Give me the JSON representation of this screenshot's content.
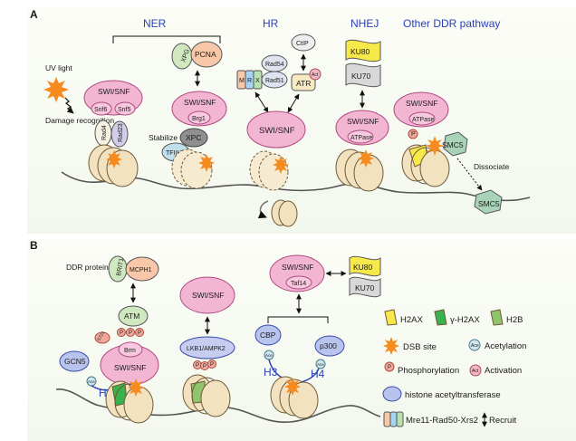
{
  "panel_a": {
    "label": "A",
    "headers": {
      "ner": "NER",
      "hr": "HR",
      "nhej": "NHEJ",
      "other": "Other DDR pathway"
    },
    "uv_light": "UV light",
    "damage_recognition": "Damage recognition",
    "swisnf": "SWI/SNF",
    "snf6": "Snf6",
    "snf5": "Snf5",
    "rad4": "Rad4",
    "rad23": "Rad23",
    "xpg": "XPG",
    "pcna": "PCNA",
    "brg1": "Brg1",
    "stabilize": "Stabilize",
    "xpc": "XPC",
    "tfiih": "TFIIH",
    "mrx_m": "M",
    "mrx_r": "R",
    "mrx_x": "X",
    "rad54": "Rad54",
    "rad51": "Rad51",
    "ctip": "CtIP",
    "atr": "ATR",
    "act": "Act",
    "ku80": "KU80",
    "ku70": "KU70",
    "atpase": "ATPase",
    "p": "P",
    "smc5": "SMC5",
    "dissociate": "Dissociate"
  },
  "panel_b": {
    "label": "B",
    "ddr_protein": "DDR protein",
    "brit1": "BRIT1",
    "mcph1": "MCPH1",
    "atm": "ATM",
    "brm": "Brm",
    "s721": "S721",
    "gcn5": "GCN5",
    "ace": "Ace",
    "h3": "H3",
    "h4": "H4",
    "swisnf": "SWI/SNF",
    "lkb1": "LKB1/AMPK2",
    "taf14": "Taf14",
    "ku80": "KU80",
    "ku70": "KU70",
    "cbp": "CBP",
    "p300": "p300",
    "p": "P"
  },
  "legend": {
    "h2ax": "H2AX",
    "gh2ax": "γ-H2AX",
    "h2b": "H2B",
    "dsb": "DSB site",
    "ace_icon": "Ace",
    "acetylation": "Acetylation",
    "p_icon": "P",
    "phosphorylation": "Phosphorylation",
    "act_icon": "Act",
    "activation": "Activation",
    "hat": "histone acetyltransferase",
    "mrx_text": "Mre11-Rad50-Xrs2",
    "recruit": "Recruit"
  },
  "colors": {
    "pink": "#f2b6d3",
    "pink_stroke": "#b04a80",
    "nucleosome": "#f3e2c0",
    "nuc_stroke": "#6e5a38",
    "green": "#cfe8bf",
    "orange": "#f7c7a8",
    "blue": "#2a3fb8",
    "yellow": "#f7e94a",
    "smc_green": "#a9d3b8",
    "dsb": "#f58b1f"
  }
}
